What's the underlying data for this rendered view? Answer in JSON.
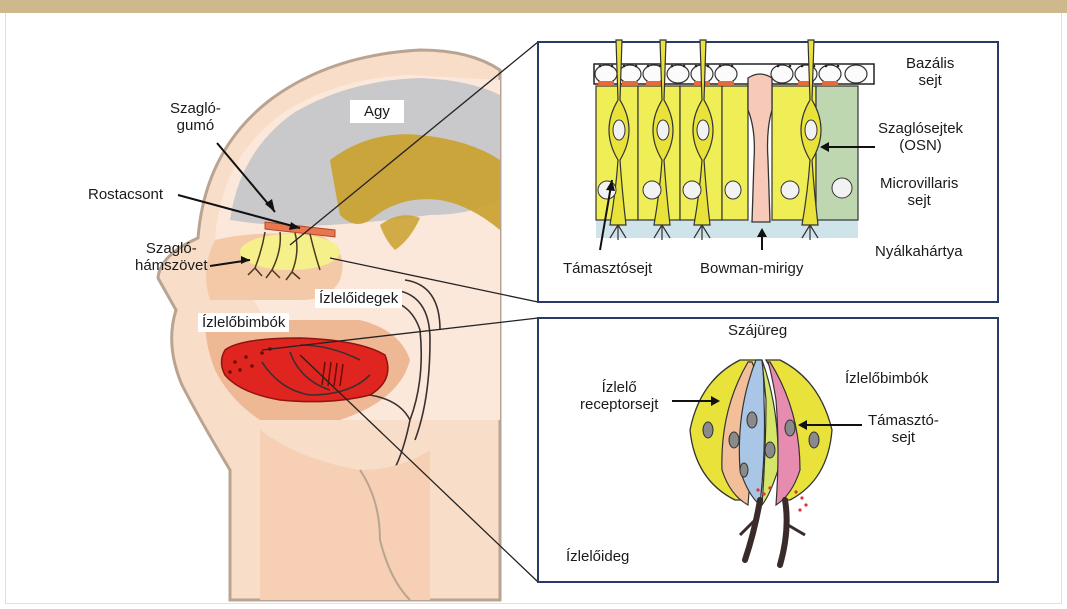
{
  "labels": {
    "szaglogumo_1": "Szagló-",
    "szaglogumo_2": "gumó",
    "agy": "Agy",
    "rostacsont": "Rostacsont",
    "szaglohamszovet_1": "Szagló-",
    "szaglohamszovet_2": "hámszövet",
    "izlelo_idegek": "Ízlelőidegek",
    "izlelobimbok_head": "Ízlelőbimbók",
    "bazalis_1": "Bazális",
    "bazalis_2": "sejt",
    "szaglosejtek_1": "Szaglósejtek",
    "szaglosejtek_2": "(OSN)",
    "microvillaris_1": "Microvillaris",
    "microvillaris_2": "sejt",
    "nyalkahartya": "Nyálkahártya",
    "tamasztosejt": "Támasztósejt",
    "bowman": "Bowman-mirigy",
    "szajureg": "Szájüreg",
    "izlelo_receptor_1": "Ízlelő",
    "izlelo_receptor_2": "receptorsejt",
    "izlelobimbok_inset": "Ízlelőbimbók",
    "tamaszto_1": "Támasztó-",
    "tamaszto_2": "sejt",
    "izleloideg": "Ízlelőideg"
  },
  "colors": {
    "top_bar": "#cdb98c",
    "skin": "#f8ddc8",
    "skin_outline": "#b9a492",
    "brain": "#c9c9cb",
    "brain_gold": "#c9a12c",
    "bone": "#e8764f",
    "epithelium": "#f5f08a",
    "tongue": "#e0241f",
    "cell_yellow": "#f0ee56",
    "cell_green": "#bfd7b0",
    "bowman_pink": "#f6c9b9",
    "mucosa_blue": "#cfe3ea",
    "taste_blue": "#a9c6e6",
    "taste_pink": "#e88bb0",
    "taste_peach": "#f3bf9a",
    "inset_border": "#2a3a66"
  }
}
